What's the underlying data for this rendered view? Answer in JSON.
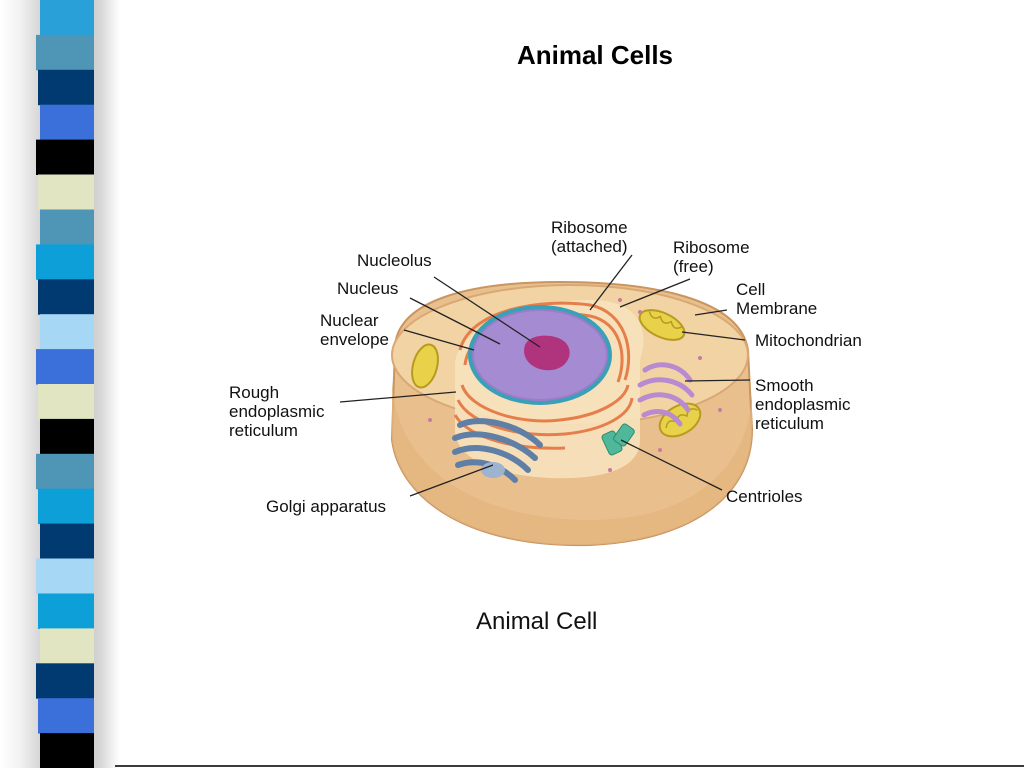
{
  "slide": {
    "title": "Animal Cells",
    "caption": "Animal Cell"
  },
  "labels": {
    "ribosome_attached": [
      "Ribosome",
      "(attached)"
    ],
    "ribosome_free": [
      "Ribosome",
      "(free)"
    ],
    "nucleolus": "Nucleolus",
    "nucleus": "Nucleus",
    "nuclear_envelope": [
      "Nuclear",
      "envelope"
    ],
    "rough_er": [
      "Rough",
      "endoplasmic",
      "reticulum"
    ],
    "golgi": "Golgi apparatus",
    "cell_membrane": [
      "Cell",
      "Membrane"
    ],
    "mitochondrian": "Mitochondrian",
    "smooth_er": [
      "Smooth",
      "endoplasmic",
      "reticulum"
    ],
    "centrioles": "Centrioles"
  },
  "colors": {
    "cytoplasm": "#f1d3a4",
    "membrane": "#d9a874",
    "nucleus": "#9b7cc9",
    "nucleolus": "#b0337e",
    "rough_er": "#e67e4c",
    "golgi": "#5f7fa6",
    "mitochondria": "#e8d24a",
    "smooth_er": "#b88ad0",
    "centrioles": "#4fb89a"
  },
  "decor": {
    "ribbon_colors": [
      "#2aa0d8",
      "#4f95b5",
      "#003a70",
      "#3b6fd9",
      "#000000",
      "#e2e5c2",
      "#4f95b5",
      "#0d9fd8",
      "#003a70",
      "#a6d7f4",
      "#3b6fd9",
      "#e2e5c2",
      "#000000",
      "#4f95b5",
      "#0d9fd8",
      "#003a70",
      "#a6d7f4",
      "#0d9fd8",
      "#e2e5c2",
      "#003a70",
      "#3b6fd9",
      "#000000"
    ]
  }
}
